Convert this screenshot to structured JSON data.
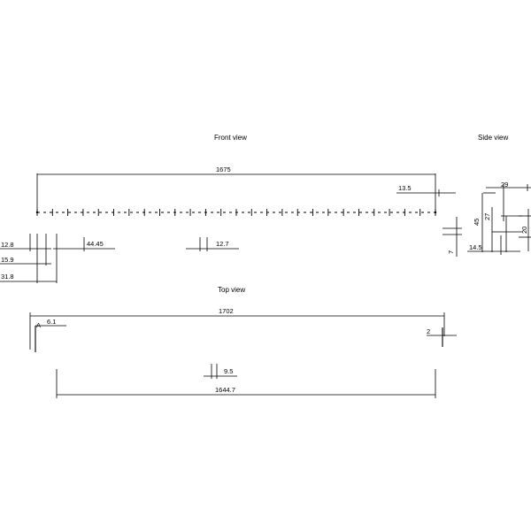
{
  "views": {
    "front": "Front view",
    "side": "Side view",
    "top": "Top view"
  },
  "dims": {
    "front_length": "1675",
    "front_offset": "13.5",
    "left_12_8": "12.8",
    "left_15_9": "15.9",
    "left_31_8": "31.8",
    "pitch_44_45": "44.45",
    "pitch_12_7": "12.7",
    "front_height": "7",
    "side_29": "29",
    "side_45": "45",
    "side_27": "27",
    "side_20": "20",
    "side_14_5": "14.5",
    "top_length": "1702",
    "top_6_1": "6.1",
    "top_2": "2",
    "top_9_5": "9.5",
    "top_inner": "1644.7"
  }
}
